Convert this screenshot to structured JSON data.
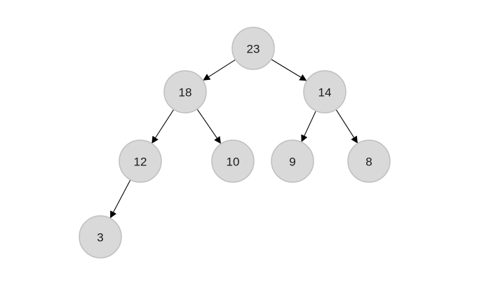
{
  "diagram": {
    "type": "binary-tree",
    "colors": {
      "node_fill": "#d9d9d9",
      "node_stroke": "#bfbfbf",
      "edge": "#000000",
      "text": "#1a1a1a"
    },
    "nodes": [
      {
        "id": "n23",
        "label": "23"
      },
      {
        "id": "n18",
        "label": "18"
      },
      {
        "id": "n14",
        "label": "14"
      },
      {
        "id": "n12",
        "label": "12"
      },
      {
        "id": "n10",
        "label": "10"
      },
      {
        "id": "n9",
        "label": "9"
      },
      {
        "id": "n8",
        "label": "8"
      },
      {
        "id": "n3",
        "label": "3"
      }
    ],
    "edges": [
      {
        "from": "n23",
        "to": "n18"
      },
      {
        "from": "n23",
        "to": "n14"
      },
      {
        "from": "n18",
        "to": "n12"
      },
      {
        "from": "n18",
        "to": "n10"
      },
      {
        "from": "n14",
        "to": "n9"
      },
      {
        "from": "n14",
        "to": "n8"
      },
      {
        "from": "n12",
        "to": "n3"
      }
    ]
  }
}
